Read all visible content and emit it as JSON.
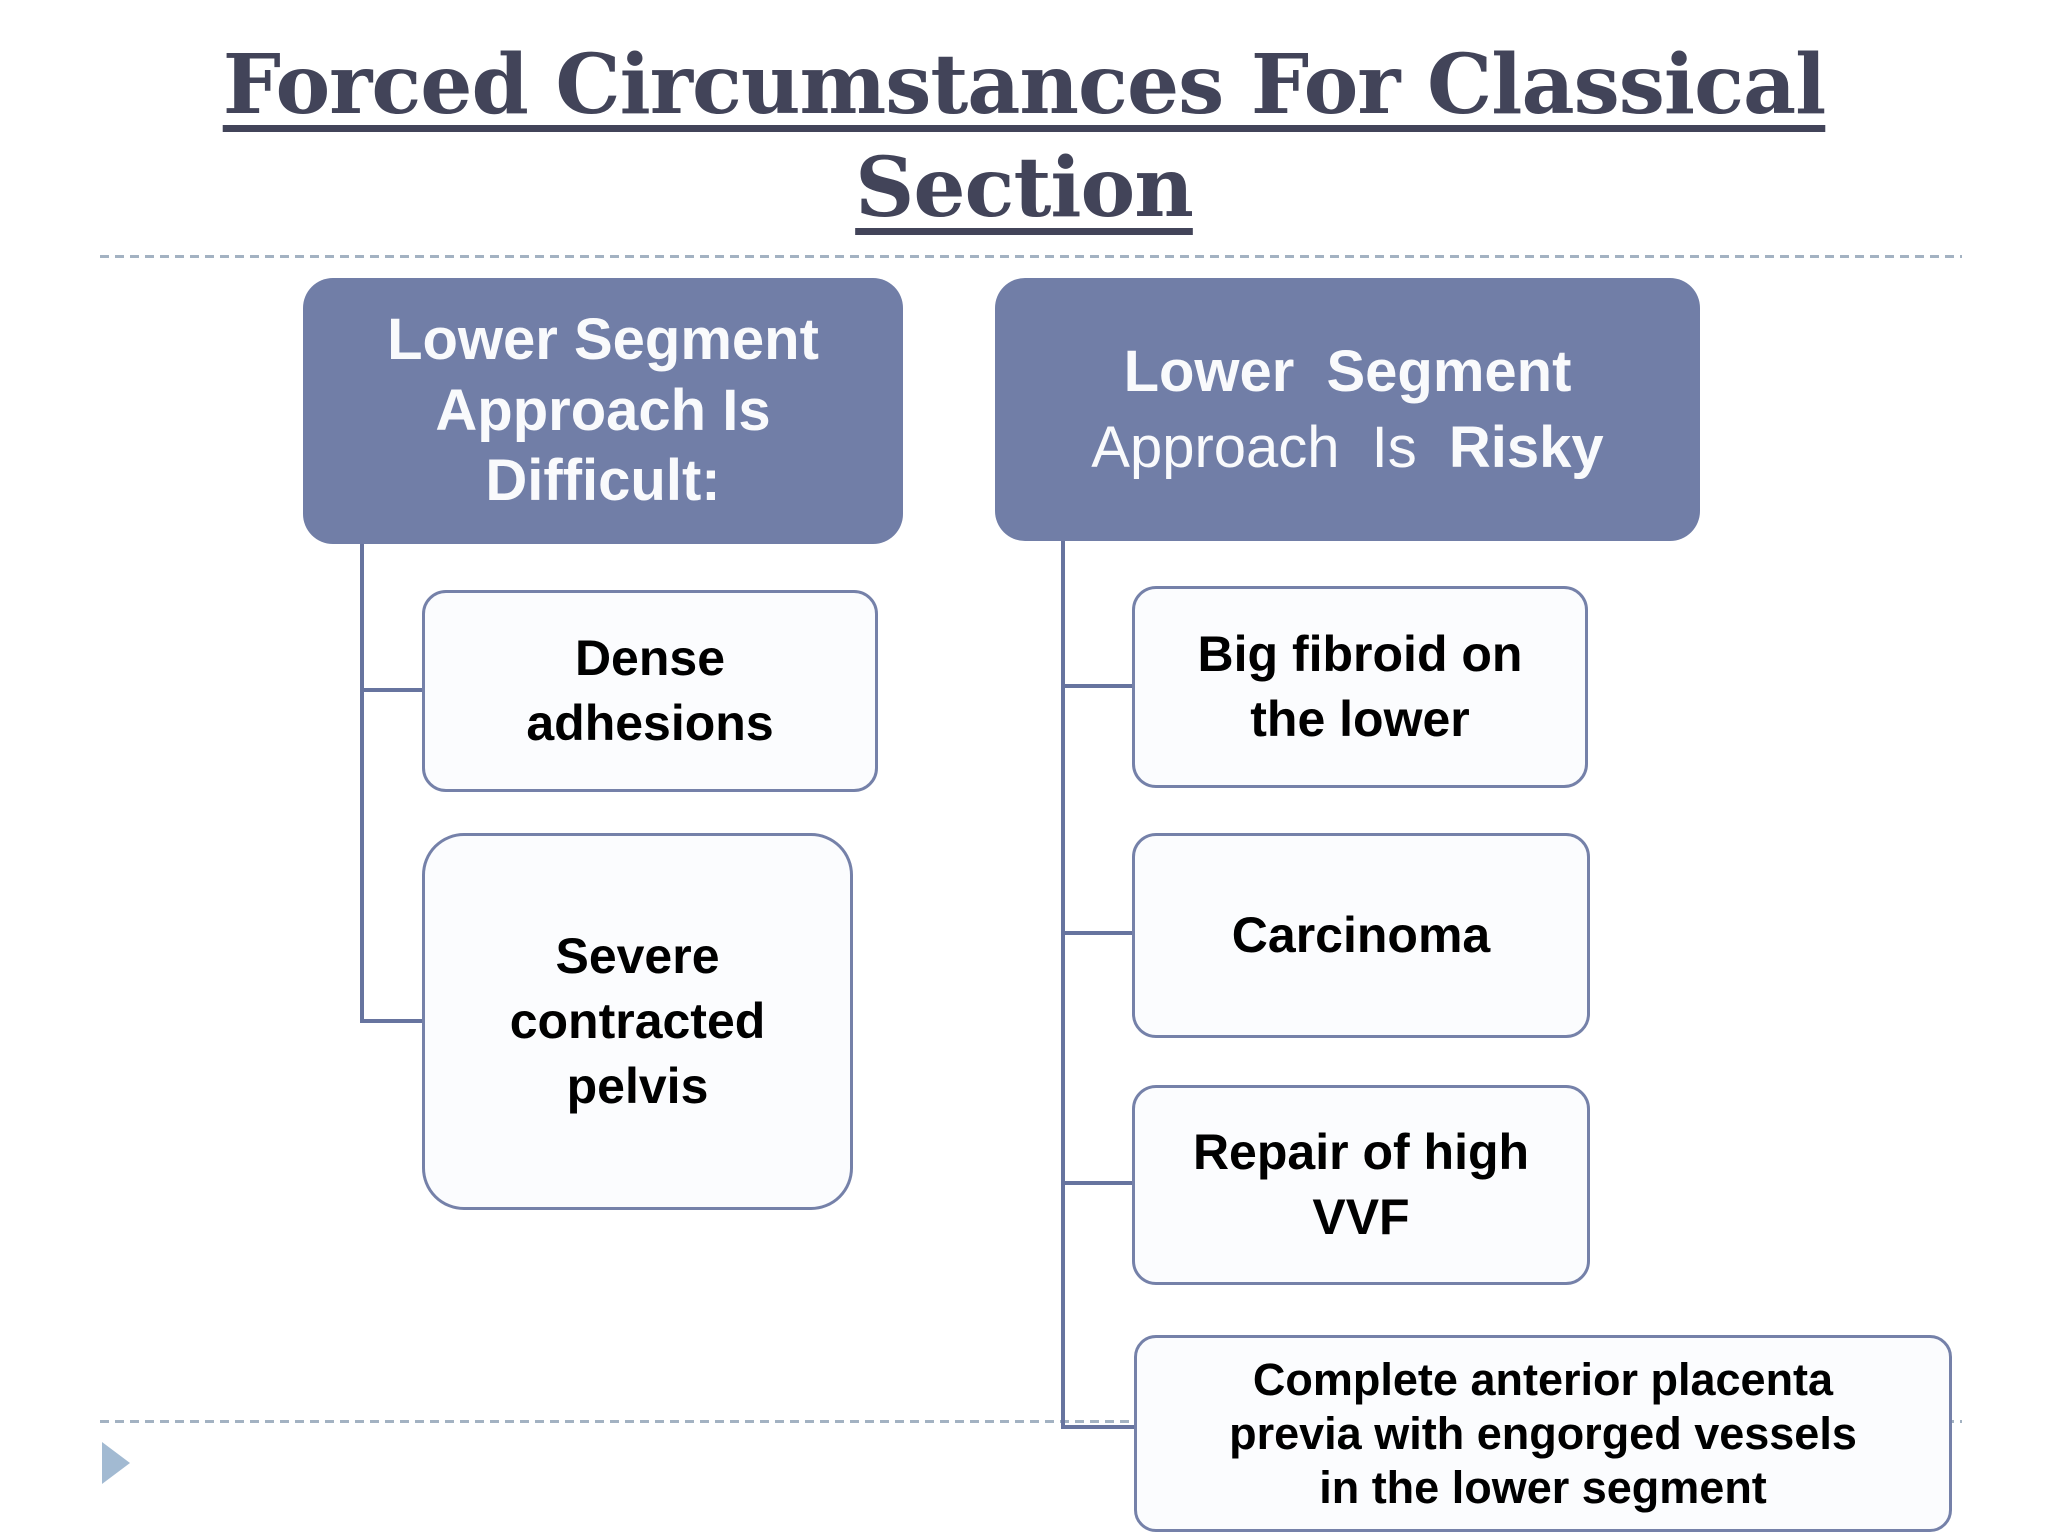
{
  "colors": {
    "header_fill": "#717EA7",
    "header_text": "#F9FAFC",
    "box_fill": "#FBFCFE",
    "box_border": "#7581A9",
    "connector": "#67749F",
    "dashed_rule": "#A3B2C2",
    "title_text": "#424459",
    "nav_triangle": "#A2BAD2",
    "body_text": "#000000"
  },
  "title": {
    "text": "Forced Circumstances For Classical Section",
    "lines": [
      "Forced Circumstances For Classical",
      "Section"
    ]
  },
  "columns": [
    {
      "name": "difficult",
      "header": {
        "text": "Lower Segment Approach Is Difficult:",
        "lines": [
          "Lower Segment",
          "Approach Is",
          {
            "text": "Difficult:",
            "bold": true
          }
        ]
      },
      "items": [
        {
          "text": "Dense adhesions",
          "lines": [
            "Dense",
            "adhesions"
          ]
        },
        {
          "text": "Severe contracted pelvis",
          "lines": [
            "Severe",
            "contracted",
            "pelvis"
          ]
        }
      ]
    },
    {
      "name": "risky",
      "header": {
        "text": "Lower Segment Approach Is Risky",
        "lines": [
          "Lower Segment",
          [
            {
              "text": "Approach Is "
            },
            {
              "text": "Risky",
              "bold": true
            }
          ]
        ]
      },
      "items": [
        {
          "text": "Big fibroid on the lower",
          "lines": [
            "Big fibroid on",
            "the lower"
          ]
        },
        {
          "text": "Carcinoma",
          "lines": [
            "Carcinoma"
          ]
        },
        {
          "text": "Repair of high VVF",
          "lines": [
            "Repair of high",
            "VVF"
          ]
        },
        {
          "text": "Complete anterior placenta previa with engorged vessels in the lower segment",
          "lines": [
            "Complete anterior placenta",
            "previa with engorged vessels",
            "in the lower segment"
          ]
        }
      ]
    }
  ]
}
